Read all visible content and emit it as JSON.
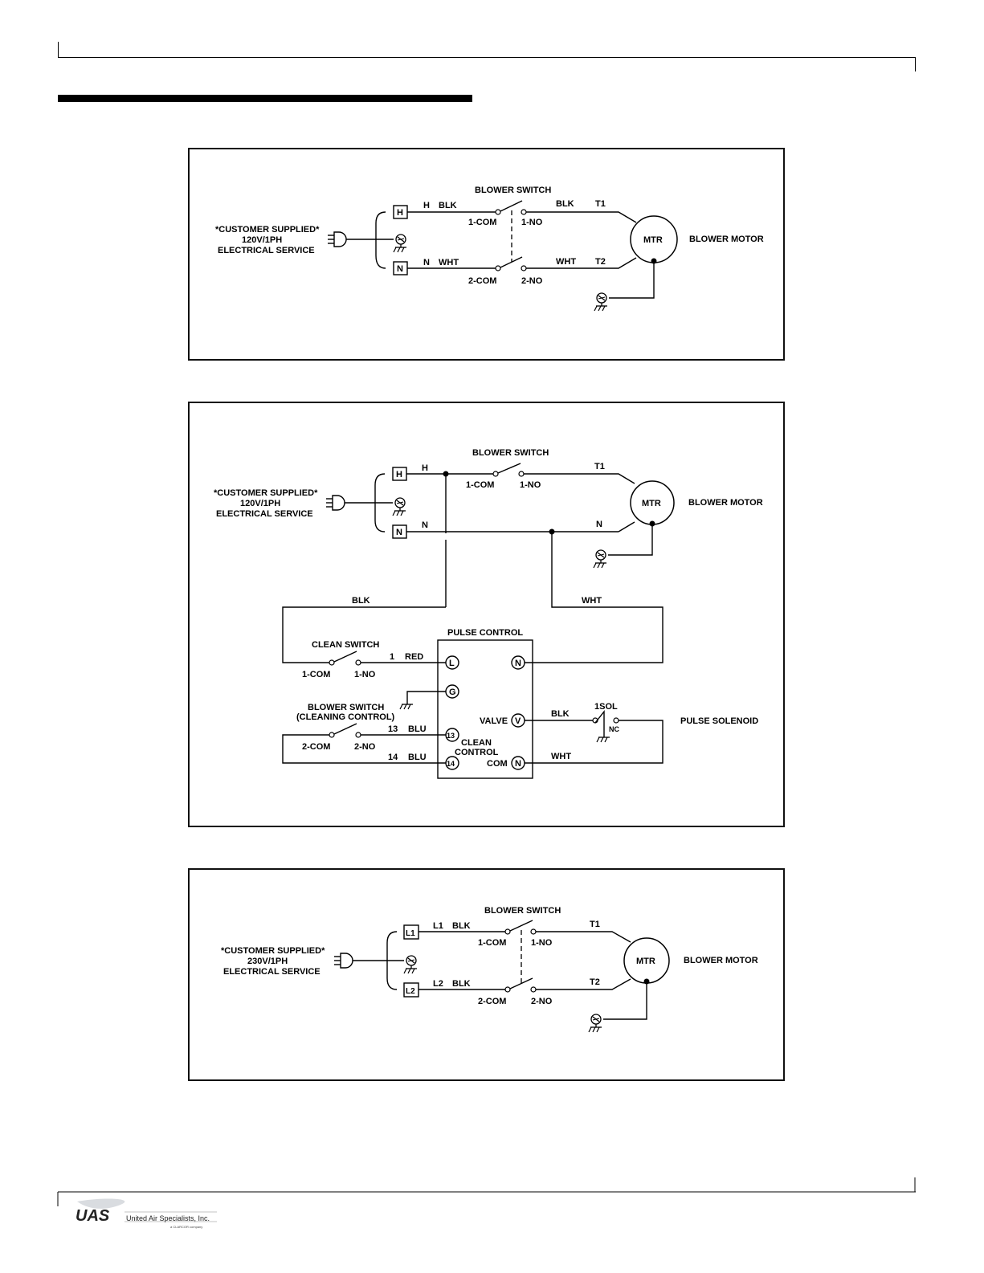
{
  "diagrams": [
    {
      "supply": [
        "*CUSTOMER SUPPLIED*",
        "120V/1PH",
        "ELECTRICAL SERVICE"
      ],
      "terminals": [
        "H",
        "N"
      ],
      "switch_title": "BLOWER SWITCH",
      "labels": {
        "line1": "H",
        "line1_color": "BLK",
        "line2": "N",
        "line2_color": "WHT",
        "com1": "1-COM",
        "no1": "1-NO",
        "com2": "2-COM",
        "no2": "2-NO",
        "out1_color": "BLK",
        "out2_color": "WHT",
        "t1": "T1",
        "t2": "T2"
      },
      "motor": "MTR",
      "motor_label": "BLOWER MOTOR"
    },
    {
      "supply": [
        "*CUSTOMER SUPPLIED*",
        "120V/1PH",
        "ELECTRICAL SERVICE"
      ],
      "terminals": [
        "H",
        "N"
      ],
      "switch_title": "BLOWER SWITCH",
      "labels": {
        "h": "H",
        "n": "N",
        "com1": "1-COM",
        "no1": "1-NO",
        "t1": "T1",
        "n_motor": "N",
        "blk": "BLK",
        "wht": "WHT",
        "pulse_control": "PULSE CONTROL",
        "clean_switch": "CLEAN SWITCH",
        "cs_com": "1-COM",
        "cs_no": "1-NO",
        "wire1": "1",
        "red": "RED",
        "bs2_title1": "BLOWER SWITCH",
        "bs2_title2": "(CLEANING CONTROL)",
        "bs2_com": "2-COM",
        "bs2_no": "2-NO",
        "wire13": "13",
        "blu13": "BLU",
        "wire14": "14",
        "blu14": "BLU",
        "t_L": "L",
        "t_N": "N",
        "t_G": "G",
        "t_V": "V",
        "t_13": "13",
        "t_14": "14",
        "t_N2": "N",
        "valve": "VALVE",
        "clean1": "CLEAN",
        "clean2": "CONTROL",
        "com": "COM",
        "blk_valve": "BLK",
        "wht_com": "WHT",
        "sol": "1SOL",
        "nc": "NC",
        "pulse_solenoid": "PULSE SOLENOID"
      },
      "motor": "MTR",
      "motor_label": "BLOWER MOTOR"
    },
    {
      "supply": [
        "*CUSTOMER SUPPLIED*",
        "230V/1PH",
        "ELECTRICAL SERVICE"
      ],
      "terminals": [
        "L1",
        "L2"
      ],
      "switch_title": "BLOWER SWITCH",
      "labels": {
        "line1": "L1",
        "line1_color": "BLK",
        "line2": "L2",
        "line2_color": "BLK",
        "com1": "1-COM",
        "no1": "1-NO",
        "com2": "2-COM",
        "no2": "2-NO",
        "t1": "T1",
        "t2": "T2"
      },
      "motor": "MTR",
      "motor_label": "BLOWER MOTOR"
    }
  ],
  "footer": {
    "logo_text": "UAS",
    "company": "United Air Specialists, Inc.",
    "company_sub": "a CLARCOR company"
  }
}
